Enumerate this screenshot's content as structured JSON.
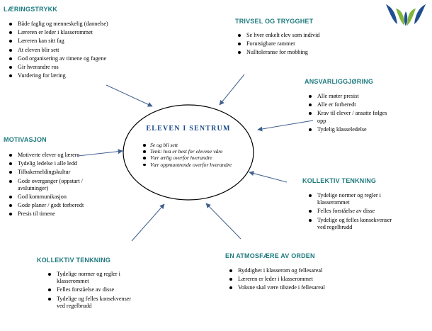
{
  "center": {
    "title": "ELEVEN I SENTRUM",
    "items": [
      "Se og bli sett",
      "Tenk: hva er best for elevene våre",
      "Vær ærlig overfor hverandre",
      "Vær oppmuntrende overfor hverandre"
    ]
  },
  "laeringstrykk": {
    "heading": "LÆRINGSTRYKK",
    "items": [
      "Både faglig og menneskelig (dannelse)",
      "Læreren er leder i klasserommet",
      "Læreren kan sitt fag",
      "At eleven blir sett",
      "God organisering av timene og fagene",
      "Gir hverandre ros",
      "Vurdering for læring"
    ]
  },
  "trivsel": {
    "heading": "TRIVSEL OG TRYGGHET",
    "items": [
      "Se hver enkelt elev som individ",
      "Forutsigbare rammer",
      "Nulltoleranse for mobbing"
    ]
  },
  "ansvarliggjoring": {
    "heading": "ANSVARLIGGJØRING",
    "items": [
      "Alle møter presist",
      "Alle er forberedt",
      "Krav til elever / ansatte følges opp",
      "Tydelig klasseledelse"
    ]
  },
  "motivasjon": {
    "heading": "MOTIVASJON",
    "items": [
      "Motiverte elever og lærere",
      "Tydelig ledelse i alle ledd",
      "Tilbakemeldingskultur",
      "Gode overganger (oppstart / avslutninger)",
      "God kommunikasjon",
      "Gode planer / godt forberedt",
      "Presis til timene"
    ]
  },
  "kollektiv_right": {
    "heading": "KOLLEKTIV TENKNING",
    "items": [
      "Tydelige normer og regler i klasserommet",
      "Felles forståelse av disse",
      "Tydelige og felles konsekvenser ved regelbrudd"
    ]
  },
  "kollektiv_left": {
    "heading": "KOLLEKTIV TENKNING",
    "items": [
      "Tydelige normer og regler i klasserommet",
      "Felles forståelse av disse",
      "Tydelige og felles konsekvenser ved regelbrudd"
    ]
  },
  "atmosfaere": {
    "heading": "EN ATMOSFÆRE AV ORDEN",
    "items": [
      "Ryddighet i klasserom og fellesareal",
      "Læreren er leder i klasserommet",
      "Voksne skal være tilstede i fellesareal"
    ]
  },
  "colors": {
    "heading": "#1e7a7e",
    "center_title": "#1b4b8a",
    "arrow": "#3f5f8f",
    "ellipse": "#000000",
    "logo_blue": "#1f4e91",
    "logo_green": "#7fb53d"
  },
  "icons": {
    "logo": "school-logo-icon"
  }
}
